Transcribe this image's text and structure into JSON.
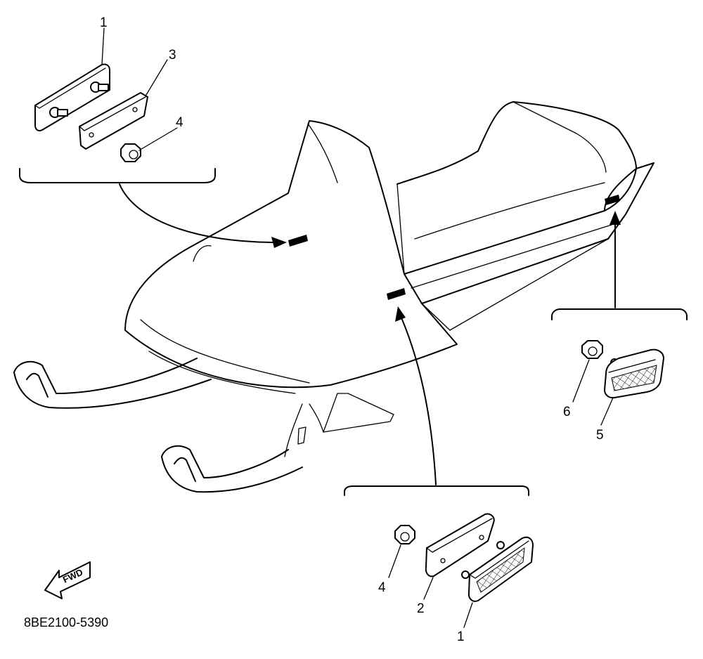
{
  "diagram": {
    "part_code": "8BE2100-5390",
    "direction_mark": "FWD",
    "callouts": {
      "top_left_reflector": "1",
      "top_left_bracket": "3",
      "top_left_nut": "4",
      "bottom_nut": "4",
      "bottom_bracket": "2",
      "bottom_reflector": "1",
      "right_nut": "6",
      "right_reflector": "5"
    },
    "colors": {
      "ink": "#000000",
      "paper": "#ffffff"
    }
  }
}
